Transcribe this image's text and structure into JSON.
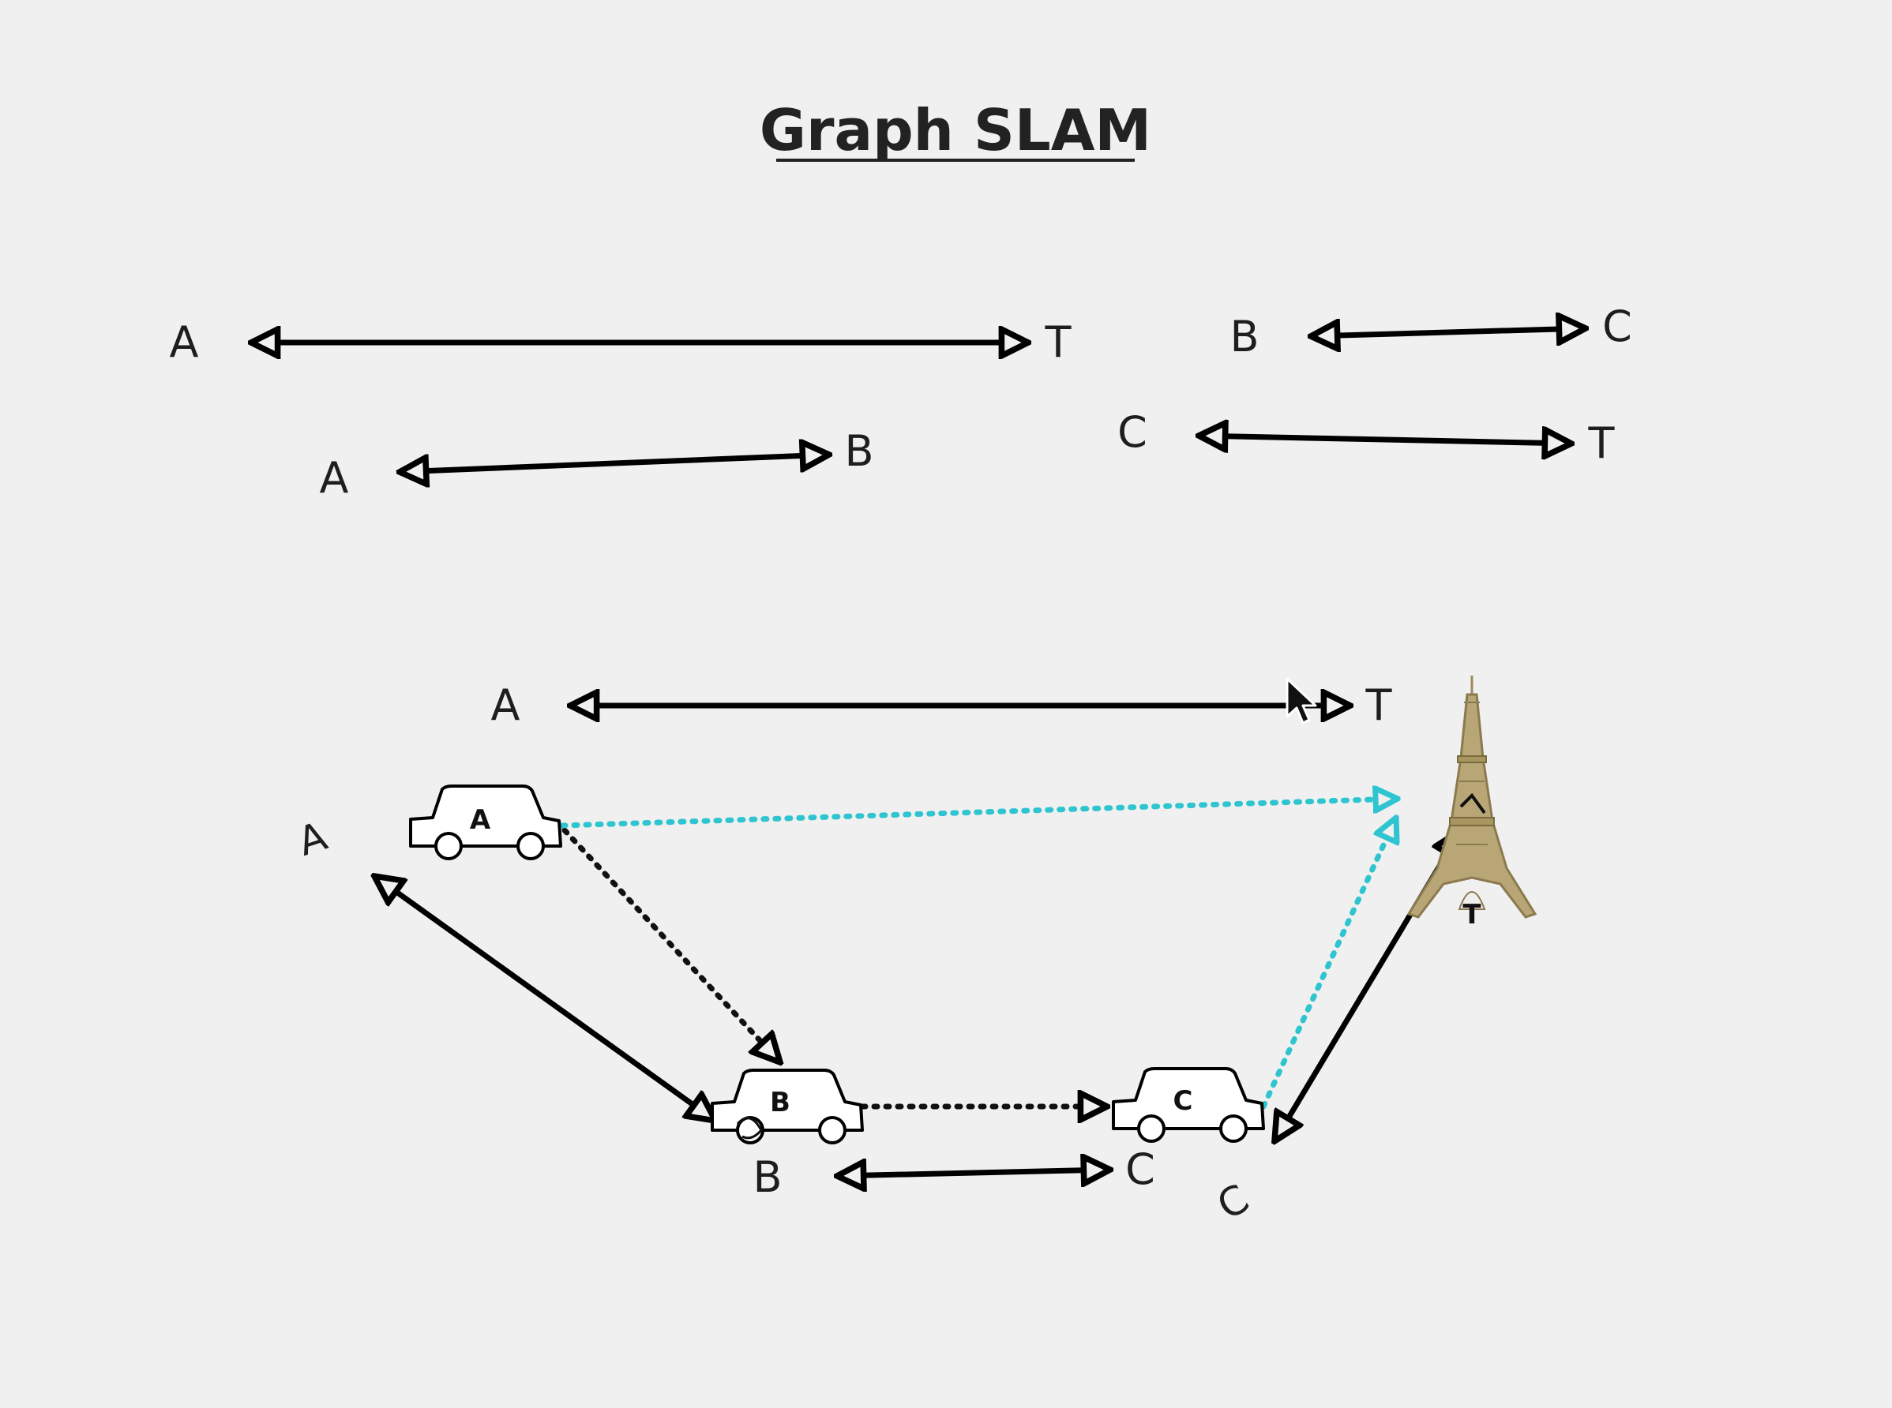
{
  "title": "Graph SLAM",
  "top_edges": {
    "e1": {
      "from": "A",
      "to": "T"
    },
    "e2": {
      "from": "A",
      "to": "B"
    },
    "e3": {
      "from": "B",
      "to": "C"
    },
    "e4": {
      "from": "C",
      "to": "T"
    }
  },
  "graph": {
    "top_edge": {
      "from": "A",
      "to": "T"
    },
    "cars": {
      "a": "A",
      "b": "B",
      "c": "C"
    },
    "landmark": {
      "label": "T",
      "icon": "eiffel-tower-icon"
    },
    "bottom_edge": {
      "from": "B",
      "to": "C"
    },
    "handwritten": {
      "a": "A",
      "b": "B",
      "c": "C"
    }
  },
  "colors": {
    "stroke": "#000000",
    "dotted_black": "#111111",
    "dotted_cyan": "#2ec4d0",
    "background": "#f0f0f0",
    "tower": "#b8a677"
  },
  "cursor_icon": "mouse-pointer-icon"
}
